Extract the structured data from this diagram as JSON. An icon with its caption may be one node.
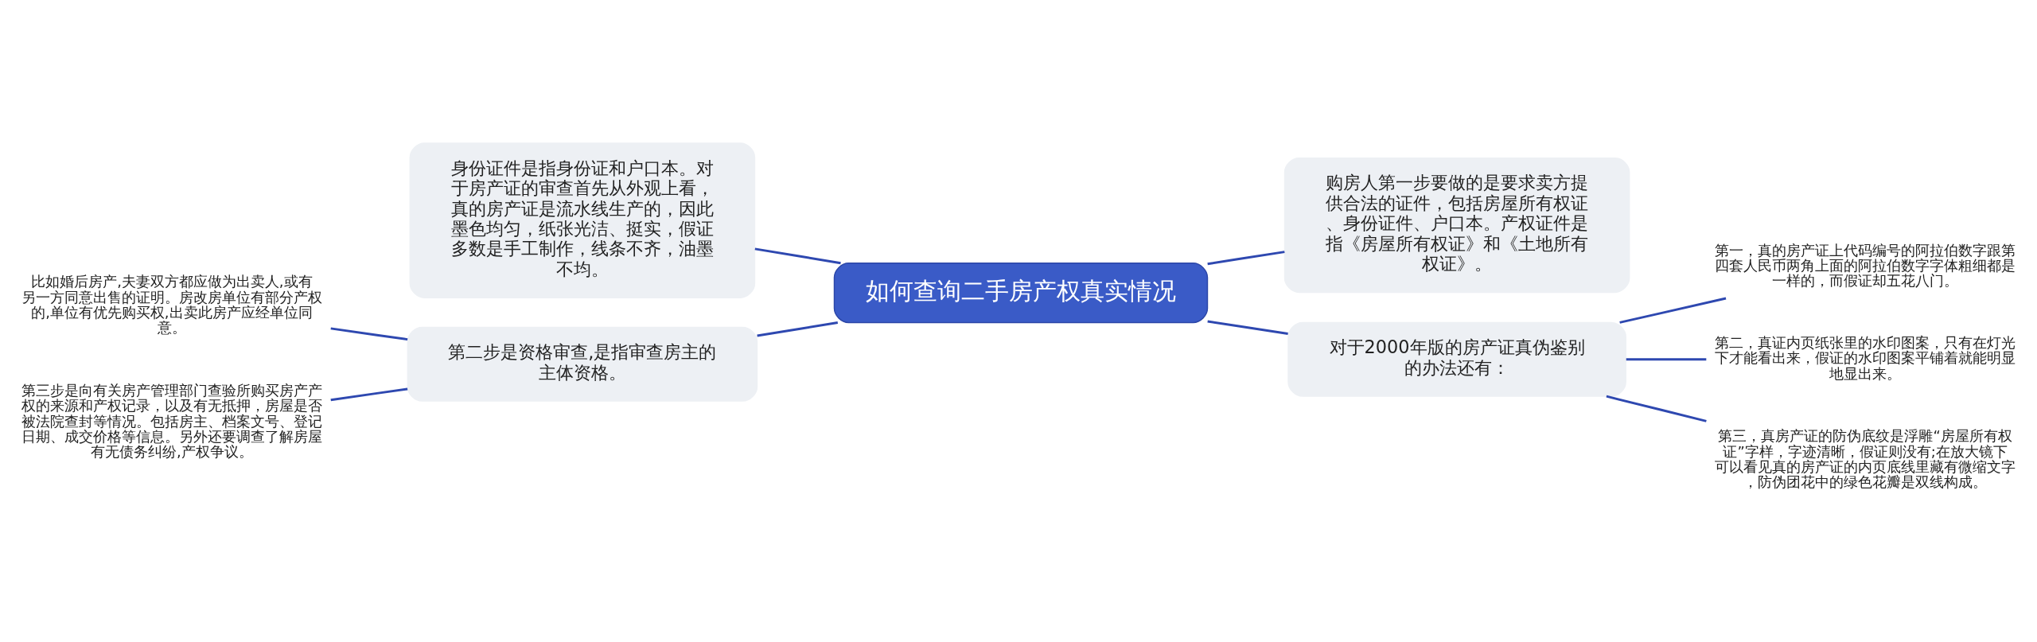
{
  "diagram": {
    "nodes": [
      {
        "text": [
          "如何查询二手房产权真实情况"
        ]
      },
      {
        "text": [
          "身份证件是指身份证和户口本。对于房产证的审查首先从外观上看，真的房产证是流水线生产的，因此墨色均匀，纸张光洁、挺实，假证多数是手工制作，线条不齐，油墨不均。"
        ]
      },
      {
        "text": [
          "购房人第一步要做的是要求卖方提供合法的证件，包括房屋所有权证、身份证件、户口本。产权证件是指《房屋所有权证》和《土地所有权证》。"
        ]
      },
      {
        "text": [
          "第二步是资格审查,是指审查房主的主体资格。"
        ]
      },
      {
        "text": [
          "比如婚后房产,夫妻双方都应做为出卖人,或有另一方同意出售的证明。房改房单位有部分产权的,单位有优先购买权,出卖此房产应经单位同意。"
        ]
      },
      {
        "text": [
          "第三步是向有关房产管理部门查验所购买房产产权的来源和产权记录，以及有无抵押，房屋是否被法院查封等情况。包括房主、档案文号、登记日期、成交价格等信息。另外还要调查了解房屋有无债务纠纷,产权争议。"
        ]
      },
      {
        "text": [
          "对于2000年版的房产证真伪鉴别的办法还有："
        ]
      },
      {
        "text": [
          "第一，真的房产证上代码编号的阿拉伯数字跟第四套人民币两角上面的阿拉伯数字字体粗细都是一样的，而假证却五花八门。"
        ]
      },
      {
        "text": [
          "第二，真证内页纸张里的水印图案，只有在灯光下才能看出来，假证的水印图案平铺着就能明显地显出来。"
        ]
      },
      {
        "text": [
          "第三，真房产证的防伪底纹是浮雕“房屋所有权证”字样，字迹清晰，假证则没有;在放大镜下可以看见真的房产证的内页底线里藏有微缩文字，防伪团花中的绿色花瓣是双线构成。"
        ]
      }
    ],
    "edges": [
      {
        "from": 0,
        "to": 1,
        "arrow": "none"
      },
      {
        "from": 0,
        "to": 2,
        "arrow": "none"
      },
      {
        "from": 0,
        "to": 3,
        "arrow": "none"
      },
      {
        "from": 3,
        "to": 4,
        "arrow": "none"
      },
      {
        "from": 3,
        "to": 5,
        "arrow": "none"
      },
      {
        "from": 0,
        "to": 6,
        "arrow": "none"
      },
      {
        "from": 6,
        "to": 7,
        "arrow": "none"
      },
      {
        "from": 6,
        "to": 8,
        "arrow": "none"
      },
      {
        "from": 6,
        "to": 9,
        "arrow": "none"
      }
    ]
  }
}
